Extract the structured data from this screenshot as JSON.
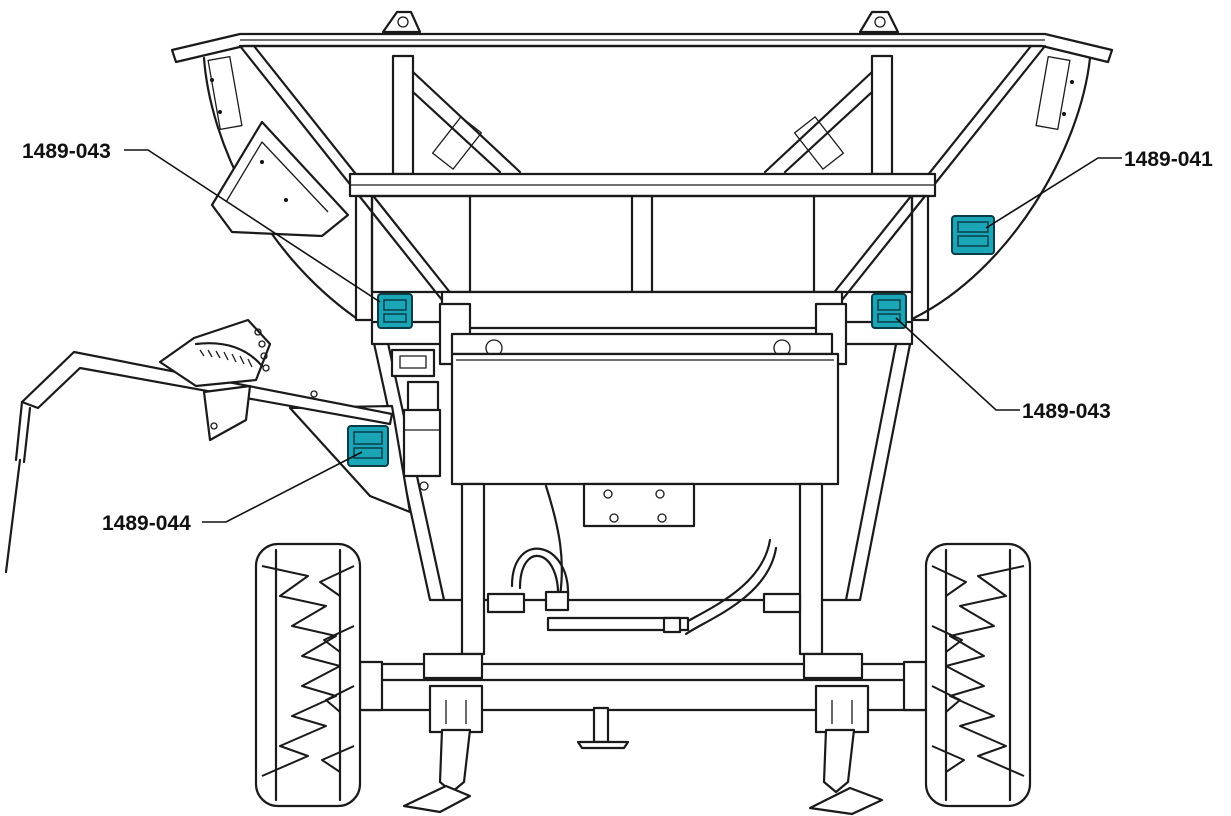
{
  "callouts": [
    {
      "id": "upper-left",
      "label": "1489-043"
    },
    {
      "id": "upper-right",
      "label": "1489-041"
    },
    {
      "id": "middle-right",
      "label": "1489-043"
    },
    {
      "id": "lower-left",
      "label": "1489-044"
    }
  ],
  "colors": {
    "decal_fill": "#1aa6b7",
    "decal_dark": "#0b3d48",
    "line": "#1a1a1a"
  }
}
